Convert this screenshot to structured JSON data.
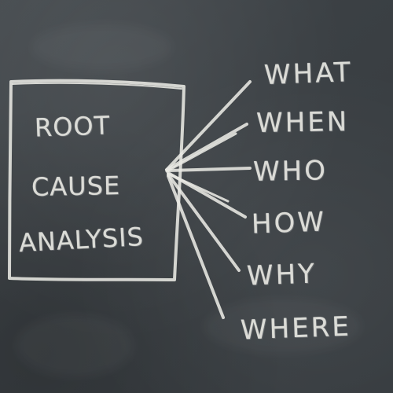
{
  "scene": {
    "board_color": "#3b4044",
    "chalk_color": "#ececE6"
  },
  "box": {
    "lines": [
      "ROOT",
      "CAUSE",
      "ANALYSIS"
    ]
  },
  "questions": [
    "WHAT",
    "WHEN",
    "WHO",
    "HOW",
    "WHY",
    "WHERE"
  ]
}
